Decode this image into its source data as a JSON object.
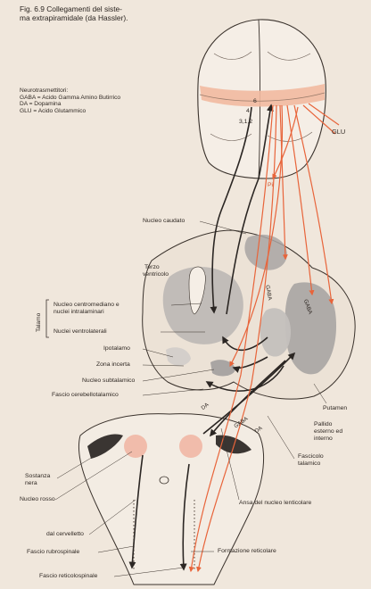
{
  "caption": {
    "line1": "Fig. 6.9  Collegamenti del siste-",
    "line2": "ma extrapiramidale (da Hassler)."
  },
  "legend": {
    "title": "Neurotrasmettitori:",
    "gaba": "GABA  =  Acido Gamma Amino Butirrico",
    "da": "DA  =  Dopamina",
    "glu": "GLU  =  Acido Glutammico"
  },
  "labels": {
    "area6": "6",
    "area4": "4",
    "area312": "3,1,2",
    "glu": "GLU",
    "pi": "Pi",
    "nucleo_caudato": "Nucleo caudato",
    "terzo_ventricolo_1": "Terzo",
    "terzo_ventricolo_2": "ventricolo",
    "talamo": "Talamo",
    "centromediano_1": "Nucleo centromediano e",
    "centromediano_2": "nuclei intralaminari",
    "ventrolaterali": "Nuclei ventrolaterali",
    "ipotalamo": "Ipotalamo",
    "zona_incerta": "Zona incerta",
    "subtalamico": "Nucleo subtalamico",
    "cerebellotalamico": "Fascio cerebellotalamico",
    "putamen": "Putamen",
    "pallido_1": "Pallido",
    "pallido_2": "esterno ed",
    "pallido_3": "interno",
    "fascicolo_1": "Fascicolo",
    "fascicolo_2": "talamico",
    "ansa": "Ansa del nucleo lenticolare",
    "sostanza_1": "Sostanza",
    "sostanza_2": "nera",
    "nucleo_rosso": "Nucleo rosso",
    "dal_cervelletto": "dal cervelletto",
    "rubrospinale": "Fascio rubrospinale",
    "formazione": "Formazione reticolare",
    "reticolospinale": "Fascio reticolospinale",
    "tag_gaba_1": "GABA",
    "tag_gaba_2": "GABA",
    "tag_gaba_3": "GABA",
    "tag_da_1": "DA",
    "tag_da_2": "DA"
  },
  "colors": {
    "background": "#f0e7dc",
    "outline": "#3a322c",
    "gray_nuclei": "#a9a5a3",
    "dark_pathway": "#2b2623",
    "orange_pathway": "#e8643a",
    "pink_cortex": "#f2b9a0",
    "pink_nucleus": "#f1b7a4"
  }
}
